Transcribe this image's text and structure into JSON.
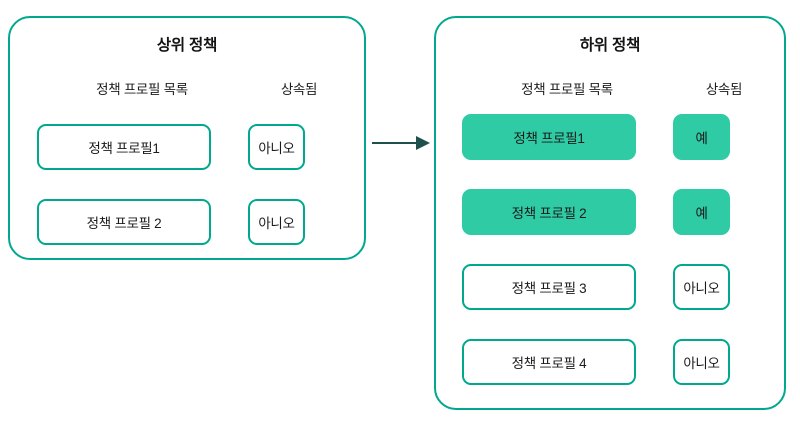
{
  "diagram": {
    "title_hidden": "",
    "accent_border": "#00a88e",
    "highlight_fill": "#2ecba4",
    "arrow_color": "#20504c"
  },
  "parent_panel": {
    "title": "상위 정책",
    "headers": {
      "list": "정책 프로필 목록",
      "inherited": "상속됨"
    },
    "rows": [
      {
        "name": "정책 프로필1",
        "inherited": "아니오",
        "highlighted": false
      },
      {
        "name": "정책 프로필 2",
        "inherited": "아니오",
        "highlighted": false
      }
    ]
  },
  "child_panel": {
    "title": "하위 정책",
    "headers": {
      "list": "정책 프로필 목록",
      "inherited": "상속됨"
    },
    "rows": [
      {
        "name": "정책 프로필1",
        "inherited": "예",
        "highlighted": true
      },
      {
        "name": "정책 프로필 2",
        "inherited": "예",
        "highlighted": true
      },
      {
        "name": "정책 프로필 3",
        "inherited": "아니오",
        "highlighted": false
      },
      {
        "name": "정책 프로필 4",
        "inherited": "아니오",
        "highlighted": false
      }
    ]
  },
  "connector": {
    "icon": "arrow-right-icon",
    "label": ""
  }
}
